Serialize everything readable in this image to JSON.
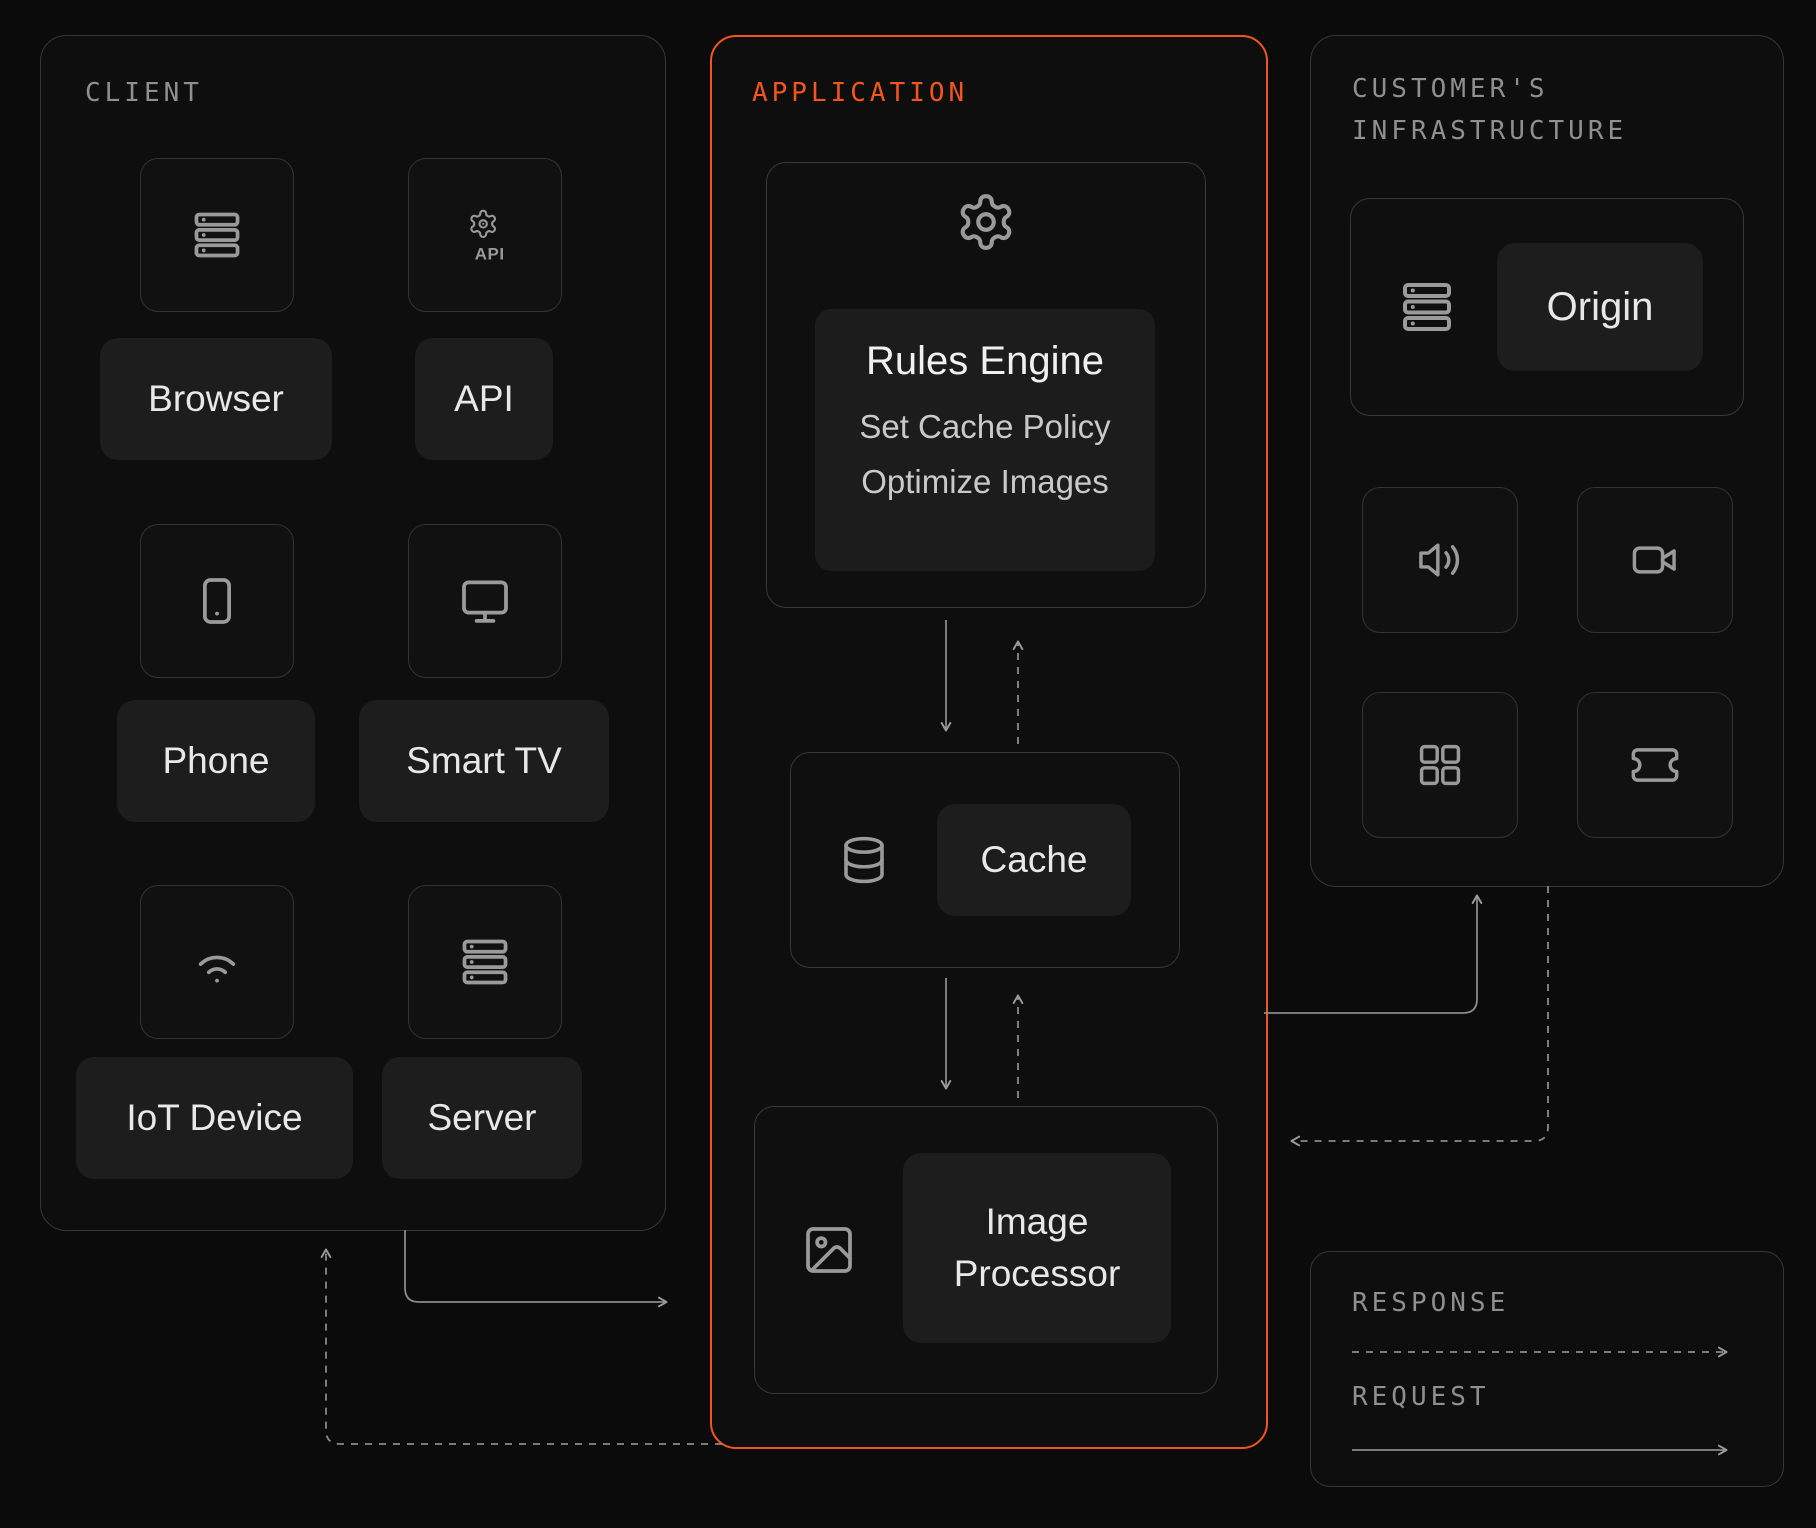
{
  "colors": {
    "background": "#0b0b0b",
    "panel_border": "#373737",
    "accent_orange": "#f4551e",
    "label_bg": "#1d1d1d",
    "text_primary": "#e8e8e8",
    "text_secondary": "#c9c9c9",
    "text_muted": "#8f8f8f",
    "icon_gray": "#9a9a9a",
    "connector_gray": "#8a8a8a"
  },
  "client": {
    "title": "CLIENT",
    "api_badge": "API",
    "devices": [
      {
        "label": "Browser",
        "icon": "server-rack-icon"
      },
      {
        "label": "API",
        "icon": "api-gear-icon"
      },
      {
        "label": "Phone",
        "icon": "smartphone-icon"
      },
      {
        "label": "Smart TV",
        "icon": "monitor-icon"
      },
      {
        "label": "IoT Device",
        "icon": "wifi-icon"
      },
      {
        "label": "Server",
        "icon": "server-rack-icon"
      }
    ]
  },
  "application": {
    "title": "APPLICATION",
    "rules_engine": {
      "title": "Rules Engine",
      "items": [
        "Set Cache Policy",
        "Optimize Images"
      ]
    },
    "cache_label": "Cache",
    "image_processor_label": "Image Processor"
  },
  "customer": {
    "title_line1": "CUSTOMER'S",
    "title_line2": "INFRASTRUCTURE",
    "origin_label": "Origin",
    "icons": [
      "volume-icon",
      "video-camera-icon",
      "grid-icon",
      "ticket-icon"
    ]
  },
  "legend": {
    "response": "RESPONSE",
    "request": "REQUEST"
  }
}
